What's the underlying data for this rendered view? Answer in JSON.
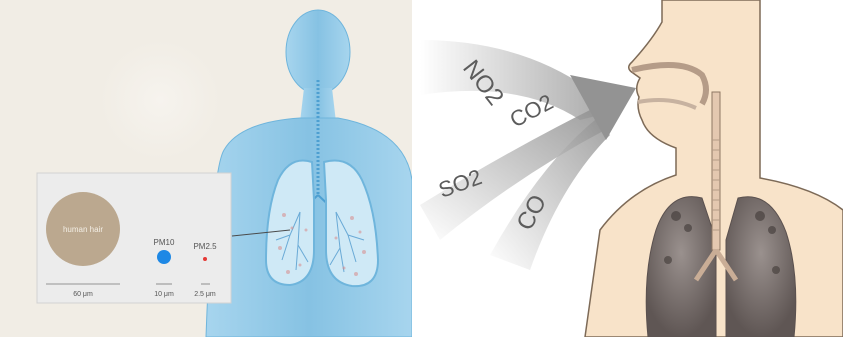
{
  "left_panel": {
    "human_hair_label": "human hair",
    "pm10_label": "PM10",
    "pm25_label": "PM2.5",
    "hair_scale": "60 μm",
    "pm10_scale": "10 μm",
    "pm25_scale": "2.5 μm",
    "colors": {
      "background": "#f1ede5",
      "body": "#8fc8e6",
      "hair_circle": "#bba88f",
      "pm10_dot": "#1e88e5",
      "pm25_dot": "#e53935"
    }
  },
  "right_panel": {
    "gases": [
      "NO2",
      "CO2",
      "SO2",
      "CO"
    ],
    "colors": {
      "skin": "#f8e3c9",
      "lung": "#7c716f",
      "arrow": "#9b9b9b"
    }
  }
}
